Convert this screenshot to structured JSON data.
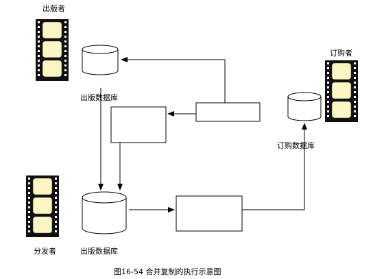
{
  "labels": {
    "publisher": "出版者",
    "subscriber": "订购者",
    "distributor": "分发者",
    "publisher_db": "出版数据库",
    "subscriber_db": "订购数据库",
    "distribution_db": "出版数据库"
  },
  "caption": "图16-54  合并复制的执行示意图",
  "colors": {
    "film_fill": "#fcf6c4",
    "film_strip": "#101010",
    "line": "#000000"
  }
}
